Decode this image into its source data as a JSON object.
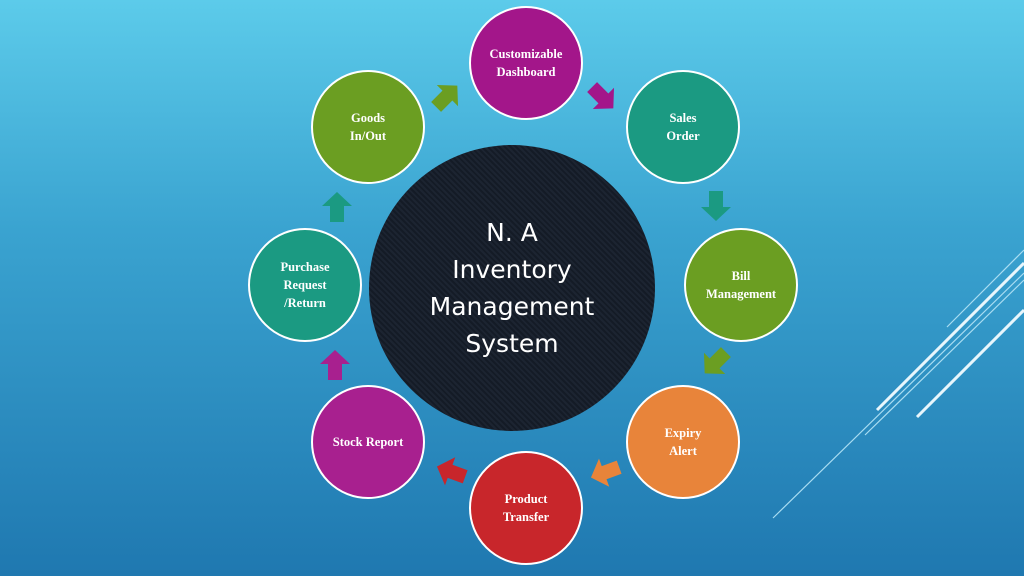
{
  "title": "N. A\nInventory\nManagement\nSystem",
  "nodes": [
    {
      "label": "Customizable\nDashboard",
      "color": "#a3168a"
    },
    {
      "label": "Sales\nOrder",
      "color": "#1b9a82"
    },
    {
      "label": "Bill\nManagement",
      "color": "#6b9e22"
    },
    {
      "label": "Expiry\nAlert",
      "color": "#e8843a"
    },
    {
      "label": "Product\nTransfer",
      "color": "#c8262b"
    },
    {
      "label": "Stock Report",
      "color": "#a8208f"
    },
    {
      "label": "Purchase\nRequest\n/Return",
      "color": "#1b9a82"
    },
    {
      "label": "Goods\nIn/Out",
      "color": "#6b9e22"
    }
  ],
  "arrow_colors": [
    "#6b9e22",
    "#a3168a",
    "#1b9a82",
    "#6b9e22",
    "#e8843a",
    "#c8262b",
    "#a8208f",
    "#1b9a82"
  ]
}
